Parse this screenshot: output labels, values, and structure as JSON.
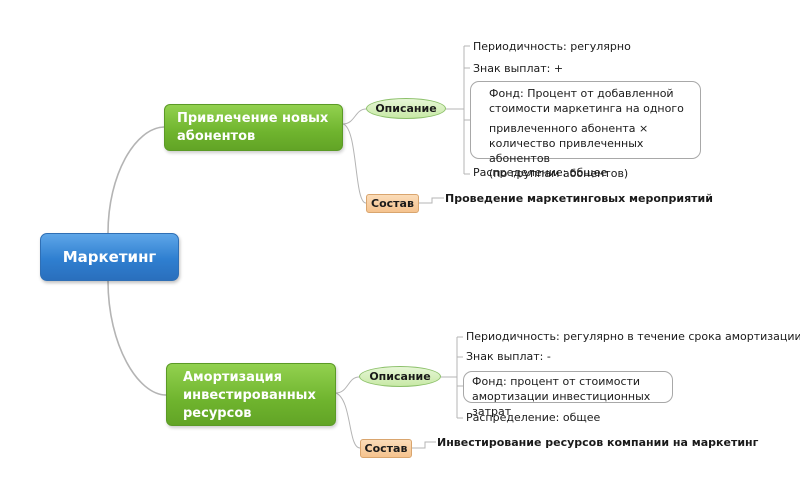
{
  "central": {
    "label": "Маркетинг"
  },
  "branches": [
    {
      "title_lines": [
        "Привлечение новых",
        "абонентов"
      ],
      "description": {
        "label": "Описание",
        "periodicity": "Периодичность: регулярно",
        "payment_sign": "Знак выплат: +",
        "fund_lines": [
          "Фонд: Процент от добавленной",
          "стоимости маркетинга на одного",
          "привлеченного абонента ×",
          "количество привлеченных абонентов",
          "(по группам абонентов)"
        ],
        "distribution": "Распределение: общее"
      },
      "composition": {
        "label": "Состав",
        "value": "Проведение маркетинговых мероприятий"
      }
    },
    {
      "title_lines": [
        "Амортизация",
        "инвестированных",
        "ресурсов"
      ],
      "description": {
        "label": "Описание",
        "periodicity": "Периодичность: регулярно в течение срока амортизации",
        "payment_sign": "Знак выплат: -",
        "fund_lines": [
          "Фонд:  процент от стоимости",
          "амортизации инвестиционных затрат"
        ],
        "distribution": "Распределение: общее"
      },
      "composition": {
        "label": "Состав",
        "value": "Инвестирование ресурсов компании на маркетинг"
      }
    }
  ],
  "colors": {
    "central": "#2f7fd0",
    "branch": "#6fb42e",
    "description": "#c8e9a6",
    "composition": "#f5c38e",
    "connector": "#b4b4b4"
  }
}
